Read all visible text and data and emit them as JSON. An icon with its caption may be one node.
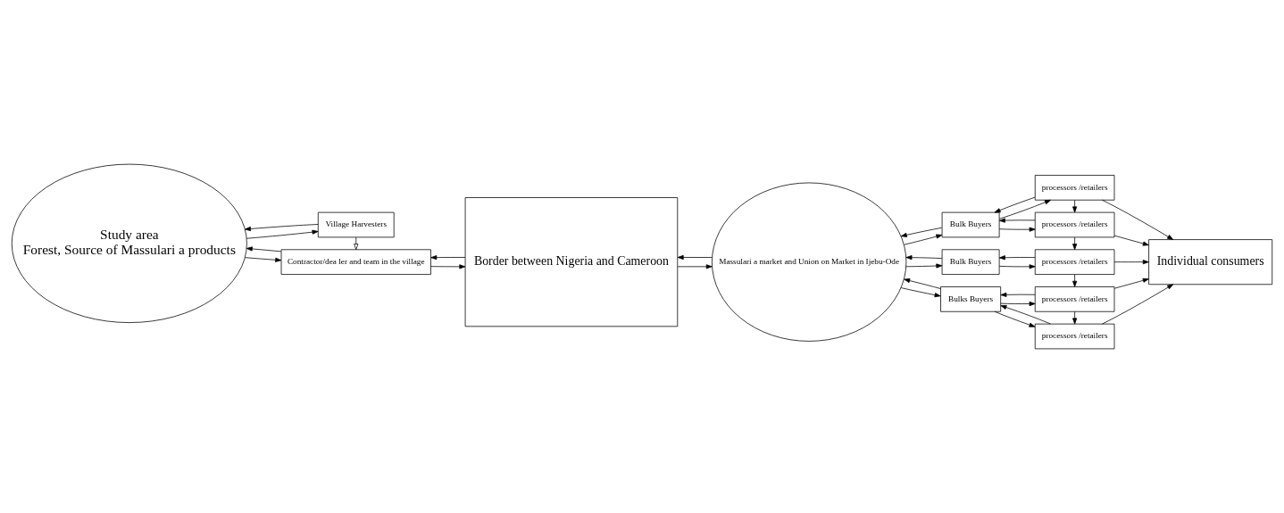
{
  "diagram": {
    "nodes": [
      {
        "text": [
          "Study area",
          "Forest, Source of Massulari a products"
        ]
      },
      {
        "text": [
          "Village Harvesters"
        ]
      },
      {
        "text": [
          "Contractor/dea ler and team in the village"
        ]
      },
      {
        "text": [
          "Border between Nigeria and Cameroon"
        ]
      },
      {
        "text": [
          "Massulari a market and Union on Market in Ijebu-Ode"
        ]
      },
      {
        "text": [
          "Bulks Buyers"
        ]
      },
      {
        "text": [
          "processors /retailers"
        ]
      },
      {
        "text": [
          "processors /retailers"
        ]
      },
      {
        "text": [
          "Bulk Buyers"
        ]
      },
      {
        "text": [
          "processors /retailers"
        ]
      },
      {
        "text": [
          "Individual consumers"
        ]
      },
      {
        "text": [
          "processors /retailers"
        ]
      },
      {
        "text": [
          "Bulk Buyers"
        ]
      },
      {
        "text": [
          "processors /retailers"
        ]
      }
    ],
    "edges": [
      {
        "from": 1,
        "to": 0,
        "arrow": "to"
      },
      {
        "from": 0,
        "to": 1,
        "arrow": "to"
      },
      {
        "from": 1,
        "to": 2,
        "arrow": "to"
      },
      {
        "from": 2,
        "to": 0,
        "arrow": "to"
      },
      {
        "from": 0,
        "to": 2,
        "arrow": "to"
      },
      {
        "from": 3,
        "to": 2,
        "arrow": "to"
      },
      {
        "from": 2,
        "to": 3,
        "arrow": "to"
      },
      {
        "from": 4,
        "to": 3,
        "arrow": "to"
      },
      {
        "from": 3,
        "to": 4,
        "arrow": "to"
      },
      {
        "from": 5,
        "to": 4,
        "arrow": "to"
      },
      {
        "from": 4,
        "to": 5,
        "arrow": "to"
      },
      {
        "from": 5,
        "to": 6,
        "arrow": "to"
      },
      {
        "from": 6,
        "to": 5,
        "arrow": "to"
      },
      {
        "from": 7,
        "to": 5,
        "arrow": "to"
      },
      {
        "from": 5,
        "to": 7,
        "arrow": "to"
      },
      {
        "from": 7,
        "to": 6,
        "arrow": "to"
      },
      {
        "from": 6,
        "to": 10,
        "arrow": "to"
      },
      {
        "from": 7,
        "to": 10,
        "arrow": "to"
      },
      {
        "from": 8,
        "to": 4,
        "arrow": "to"
      },
      {
        "from": 4,
        "to": 8,
        "arrow": "to"
      },
      {
        "from": 9,
        "to": 8,
        "arrow": "to"
      },
      {
        "from": 8,
        "to": 9,
        "arrow": "to"
      },
      {
        "from": 9,
        "to": 7,
        "arrow": "to"
      },
      {
        "from": 9,
        "to": 10,
        "arrow": "to"
      },
      {
        "from": 11,
        "to": 9,
        "arrow": "to"
      },
      {
        "from": 12,
        "to": 4,
        "arrow": "to"
      },
      {
        "from": 4,
        "to": 12,
        "arrow": "to"
      },
      {
        "from": 12,
        "to": 11,
        "arrow": "to"
      },
      {
        "from": 11,
        "to": 12,
        "arrow": "to"
      },
      {
        "from": 13,
        "to": 11,
        "arrow": "to"
      },
      {
        "from": 13,
        "to": 12,
        "arrow": "to"
      },
      {
        "from": 12,
        "to": 13,
        "arrow": "to"
      },
      {
        "from": 11,
        "to": 10,
        "arrow": "to"
      },
      {
        "from": 13,
        "to": 10,
        "arrow": "to"
      }
    ]
  }
}
